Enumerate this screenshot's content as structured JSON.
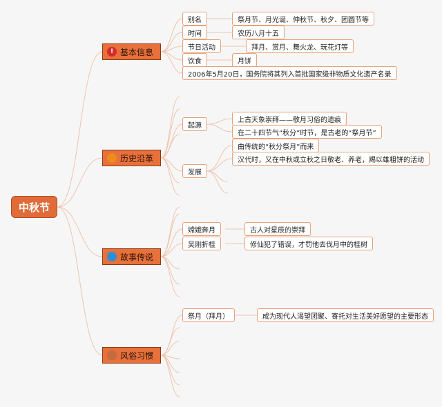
{
  "root": "中秋节",
  "branches": [
    {
      "label": "基本信息",
      "icon": "info-icon",
      "subs": [
        {
          "label": "别名",
          "details": [
            "祭月节、月光诞、仲秋节、秋夕、团圆节等"
          ]
        },
        {
          "label": "时间",
          "details": [
            "农历八月十五"
          ]
        },
        {
          "label": "节日活动",
          "details": [
            "拜月、赏月、舞火龙、玩花灯等"
          ]
        },
        {
          "label": "饮食",
          "details": [
            "月饼"
          ]
        },
        {
          "label": "2006年5月20日，国务院将其列入首批国家级非物质文化遗产名录",
          "details": []
        }
      ]
    },
    {
      "label": "历史沿革",
      "icon": "history-icon",
      "subs": [
        {
          "label": "起源",
          "details": [
            "上古天象崇拜——敬月习俗的遗痕",
            "在二十四节气“秋分”时节，是古老的“祭月节”"
          ]
        },
        {
          "label": "发展",
          "details": [
            "由传统的“秋分祭月”而来",
            "汉代时，又在中秋或立秋之日敬老、养老，赐以雄粗饼的活动"
          ]
        }
      ]
    },
    {
      "label": "故事传说",
      "icon": "story-icon",
      "subs": [
        {
          "label": "嫦娥奔月",
          "details": [
            "古人对星辰的崇拜"
          ]
        },
        {
          "label": "吴刚折桂",
          "details": [
            "修仙犯了错误，才罚他去伐月中的桂树"
          ]
        }
      ]
    },
    {
      "label": "风俗习惯",
      "icon": "customs-icon",
      "subs": [
        {
          "label": "祭月（拜月）",
          "details": [
            "成为现代人渴望团聚、寄托对生活美好愿望的主要形态"
          ]
        }
      ]
    }
  ],
  "colors": {
    "root_fill": "#e06c3a",
    "branch_fill": "#e8703a",
    "leaf_border": "#e6a27c",
    "connector": "#eec4ae",
    "info_icon": "#d62b2b",
    "history_icon": "#f08a1c",
    "story_icon": "#2e8fd6",
    "customs_icon": "#c46b3f"
  }
}
